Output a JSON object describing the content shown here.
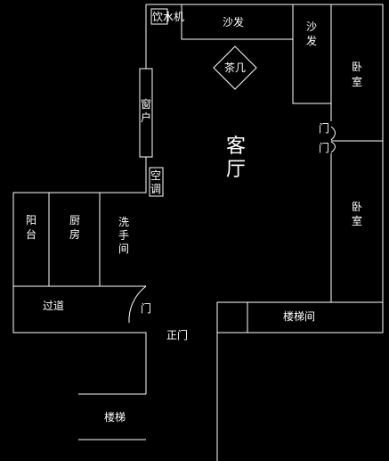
{
  "labels": {
    "water_dispenser": "饮水机",
    "sofa_top": "沙发",
    "sofa_right": [
      "沙",
      "发"
    ],
    "tea_table": "茶几",
    "bedroom_top": [
      "卧",
      "室"
    ],
    "bedroom_bottom": [
      "卧",
      "室"
    ],
    "door_bedrooms_a": "门",
    "door_bedrooms_b": "门",
    "window": [
      "窗",
      "户"
    ],
    "living_room": [
      "客",
      "厅"
    ],
    "air_conditioner": [
      "空",
      "调"
    ],
    "balcony": [
      "阳",
      "台"
    ],
    "kitchen": [
      "厨",
      "房"
    ],
    "bathroom": [
      "洗",
      "手",
      "间"
    ],
    "corridor": "过道",
    "door_corridor": "门",
    "main_door": "正门",
    "stairwell": "楼梯间",
    "stairs": "楼梯"
  },
  "colors": {
    "background": "#000000",
    "lines": "#ffffff"
  }
}
